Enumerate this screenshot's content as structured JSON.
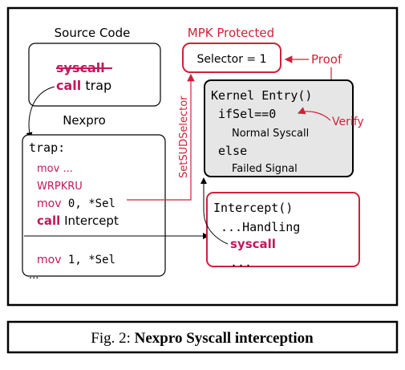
{
  "diagram": {
    "source_code": {
      "title": "Source Code",
      "line1": "syscall",
      "line2_kw": "call",
      "line2_rest": " trap"
    },
    "nexpro": {
      "title": "Nexpro",
      "label": "trap:",
      "lines": {
        "l1": "mov ...",
        "l2": "WRPKRU",
        "l3_kw": "mov",
        "l3_rest": " 0, *Sel",
        "l4_kw": "call",
        "l4_rest": " Intercept",
        "l5_kw": "mov",
        "l5_rest": " 1, *Sel",
        "l6": "..."
      }
    },
    "mpk": {
      "title": "MPK Protected",
      "selector": "Selector = 1"
    },
    "proof_label": "Proof",
    "verify_label": "Verify",
    "setsud_label": "SetSUDSelector",
    "kernel": {
      "title": "Kernel Entry()",
      "if_line": "ifSel==0",
      "normal": "Normal Syscall",
      "else_line": "else",
      "failed": "Failed Signal"
    },
    "intercept": {
      "title": "Intercept()",
      "handling": "...Handling",
      "syscall": "syscall",
      "more": "..."
    },
    "colors": {
      "red": "#d0213a",
      "magenta": "#c2185b",
      "gray_box": "#e6e6e6"
    }
  },
  "caption": {
    "prefix": "Fig. 2: ",
    "bold": "Nexpro Syscall interception"
  }
}
